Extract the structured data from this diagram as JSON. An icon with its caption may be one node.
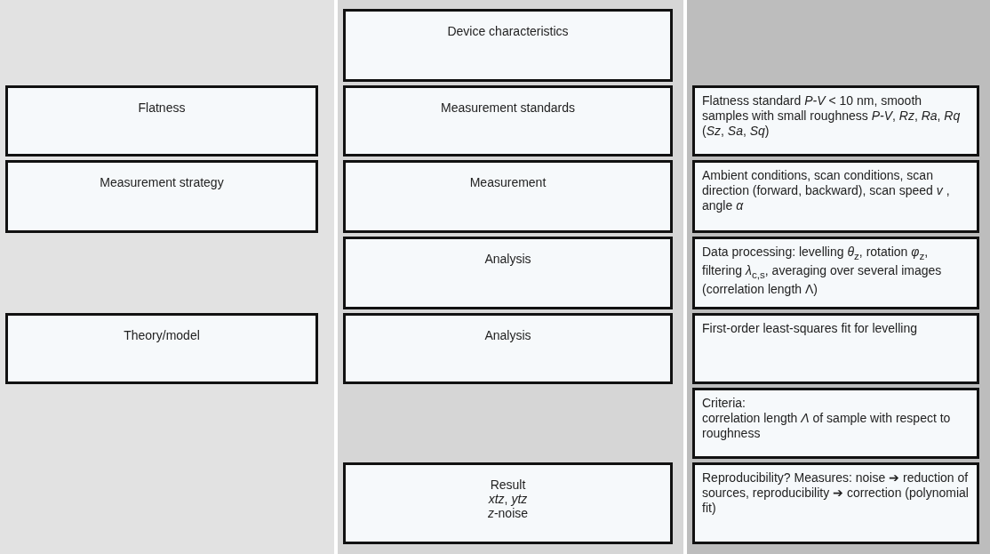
{
  "diagram": {
    "nodes": [
      {
        "text": [
          "Flatness"
        ]
      },
      {
        "text": [
          "Measurement strategy"
        ]
      },
      {
        "text": [
          "Theory/model"
        ]
      },
      {
        "text": [
          "Device characteristics"
        ]
      },
      {
        "text": [
          "Measurement standards"
        ]
      },
      {
        "text": [
          "Measurement"
        ]
      },
      {
        "text": [
          "Analysis"
        ]
      },
      {
        "text": [
          "Analysis"
        ]
      },
      {
        "text": [
          "Result",
          "*xtz*, *ytz*",
          "*z*-noise"
        ]
      },
      {
        "text": [
          "Flatness standard *P-V* < 10 nm, smooth samples with small roughness *P-V*, *Rz*, *Ra*, *Rq* (*Sz*, *Sa*, *Sq*)"
        ]
      },
      {
        "text": [
          "Ambient conditions, scan conditions, scan direction (forward, backward), scan speed *v* , angle *α*"
        ]
      },
      {
        "text": [
          "Data processing: levelling *θ*$_{z}$, rotation *φ*$_{z}$, filtering *λ*$_{c,s}$, averaging over several images (correlation length Λ)"
        ]
      },
      {
        "text": [
          "First-order least-squares fit for levelling"
        ]
      },
      {
        "text": [
          "Criteria:",
          "correlation length *Λ* of sample with respect to roughness"
        ]
      },
      {
        "text": [
          "Reproducibility?    Measures: noise ➔ reduction of sources, reproducibility ➔ correction (polynomial fit)"
        ]
      }
    ],
    "edges": []
  }
}
